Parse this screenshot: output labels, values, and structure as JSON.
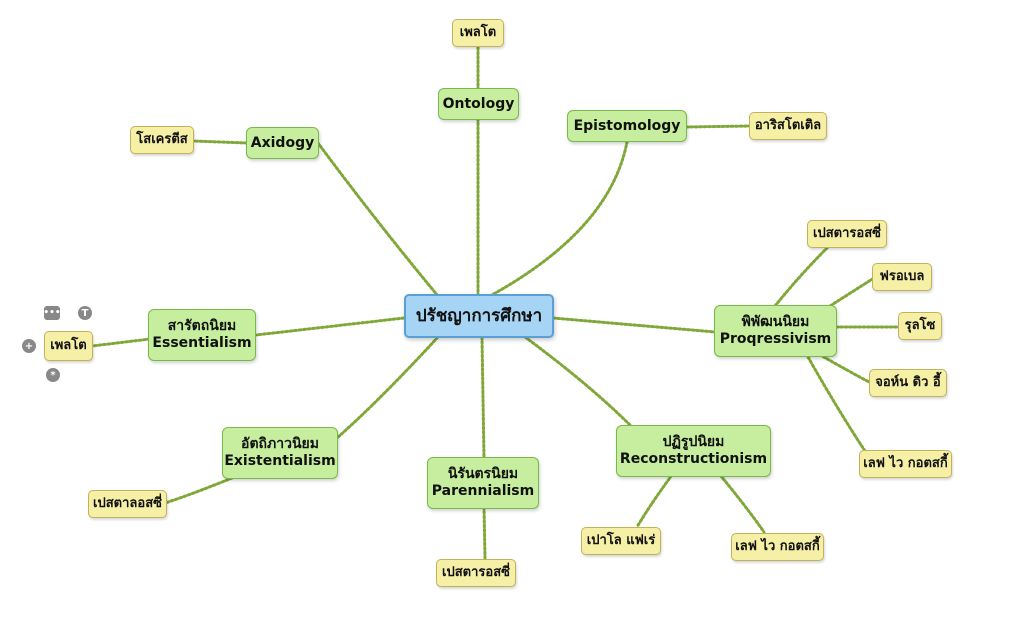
{
  "diagram": {
    "root": {
      "label": "ปรัชญาการศึกษา"
    },
    "branches": {
      "ontology": {
        "label": "Ontology",
        "children": [
          "เพลโต"
        ]
      },
      "axidogy": {
        "label": "Axidogy",
        "children": [
          "โสเครตีส"
        ]
      },
      "epistomology": {
        "label": "Epistomology",
        "children": [
          "อาริสโตเติล"
        ]
      },
      "essentialism": {
        "thai": "สารัตถนิยม",
        "english": "Essentialism",
        "children": [
          "เพลโต"
        ]
      },
      "progressivism": {
        "thai": "พิพัฒนนิยม",
        "english": "Proqressivism",
        "children": [
          "เปสตารอสซี่",
          "ฟรอเบล",
          "รุลโซ",
          "จอห์น ดิว อี้",
          "เลฟ ไว กอตสกี้"
        ]
      },
      "existentialism": {
        "thai": "อัตถิภาวนิยม",
        "english": "Existentialism",
        "children": [
          "เปสตาลอสซี่"
        ]
      },
      "parennialism": {
        "thai": "นิรันตรนิยม",
        "english": "Parennialism",
        "children": [
          "เปสตารอสซี่"
        ]
      },
      "reconstructionism": {
        "thai": "ปฏิรูปนิยม",
        "english": "Reconstructionism",
        "children": [
          "เปาโล แฟเร่",
          "เลฟ ไว กอตสกี้"
        ]
      }
    },
    "colors": {
      "root_fill": "#a6d4f5",
      "topic_fill": "#c6ee9e",
      "leaf_fill": "#f6efa6",
      "connector": "#7fa838"
    },
    "toolbar_icons": [
      "more-icon",
      "text-icon",
      "add-icon",
      "asterisk-icon"
    ]
  }
}
